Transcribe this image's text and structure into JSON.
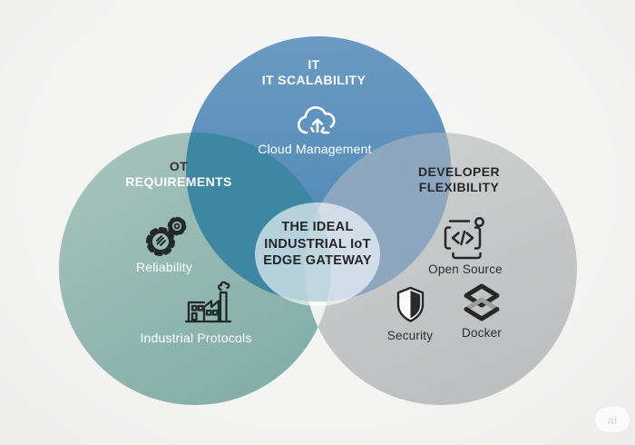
{
  "diagram_type": "venn",
  "center": {
    "line1": "THE IDEAL",
    "line2": "INDUSTRIAL IoT",
    "line3": "EDGE GATEWAY"
  },
  "circles": {
    "it": {
      "title_line1": "IT",
      "title_line2": "IT SCALABILITY",
      "color": "#4a85b2",
      "items": [
        {
          "icon": "cloud-upload-icon",
          "label": "Cloud Management"
        }
      ]
    },
    "ot": {
      "title_line1": "OT",
      "title_line2": "REQUIREMENTS",
      "color": "#8db5ae",
      "items": [
        {
          "icon": "gears-icon",
          "label": "Reliability"
        },
        {
          "icon": "factory-icon",
          "label": "Industrial Protocols"
        }
      ]
    },
    "dev": {
      "title_line1": "DEVELOPER",
      "title_line2": "FLEXIBILITY",
      "color": "#c5c6c7",
      "items": [
        {
          "icon": "code-window-icon",
          "label": "Open Source"
        },
        {
          "icon": "shield-icon",
          "label": "Security"
        },
        {
          "icon": "docker-icon",
          "label": "Docker"
        }
      ]
    }
  },
  "overlap_colors": {
    "it_ot": "#3e87a2",
    "it_dev": "#8ca7bf",
    "ot_dev": "#eef1f0",
    "center_overlay": "rgba(255,255,255,0.62)"
  },
  "background_color": "#f4f4f3",
  "watermark": {
    "label": "ai"
  }
}
